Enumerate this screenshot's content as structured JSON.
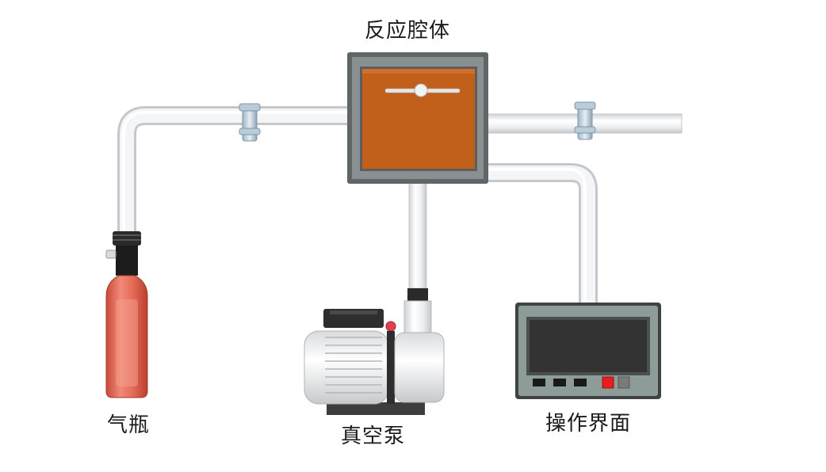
{
  "diagram": {
    "labels": {
      "chamber": "反应腔体",
      "gas_cylinder": "气瓶",
      "vacuum_pump": "真空泵",
      "control_panel": "操作界面"
    },
    "colors": {
      "pipe": "#f2f3f4",
      "pipe_edge": "#c9ccd0",
      "chamber_frame": "#5e6365",
      "chamber_inner": "#c0601a",
      "cylinder_body": "#e26b58",
      "panel_frame": "#8c9a98",
      "panel_screen": "#333333",
      "panel_red_button": "#e81e1e"
    }
  }
}
